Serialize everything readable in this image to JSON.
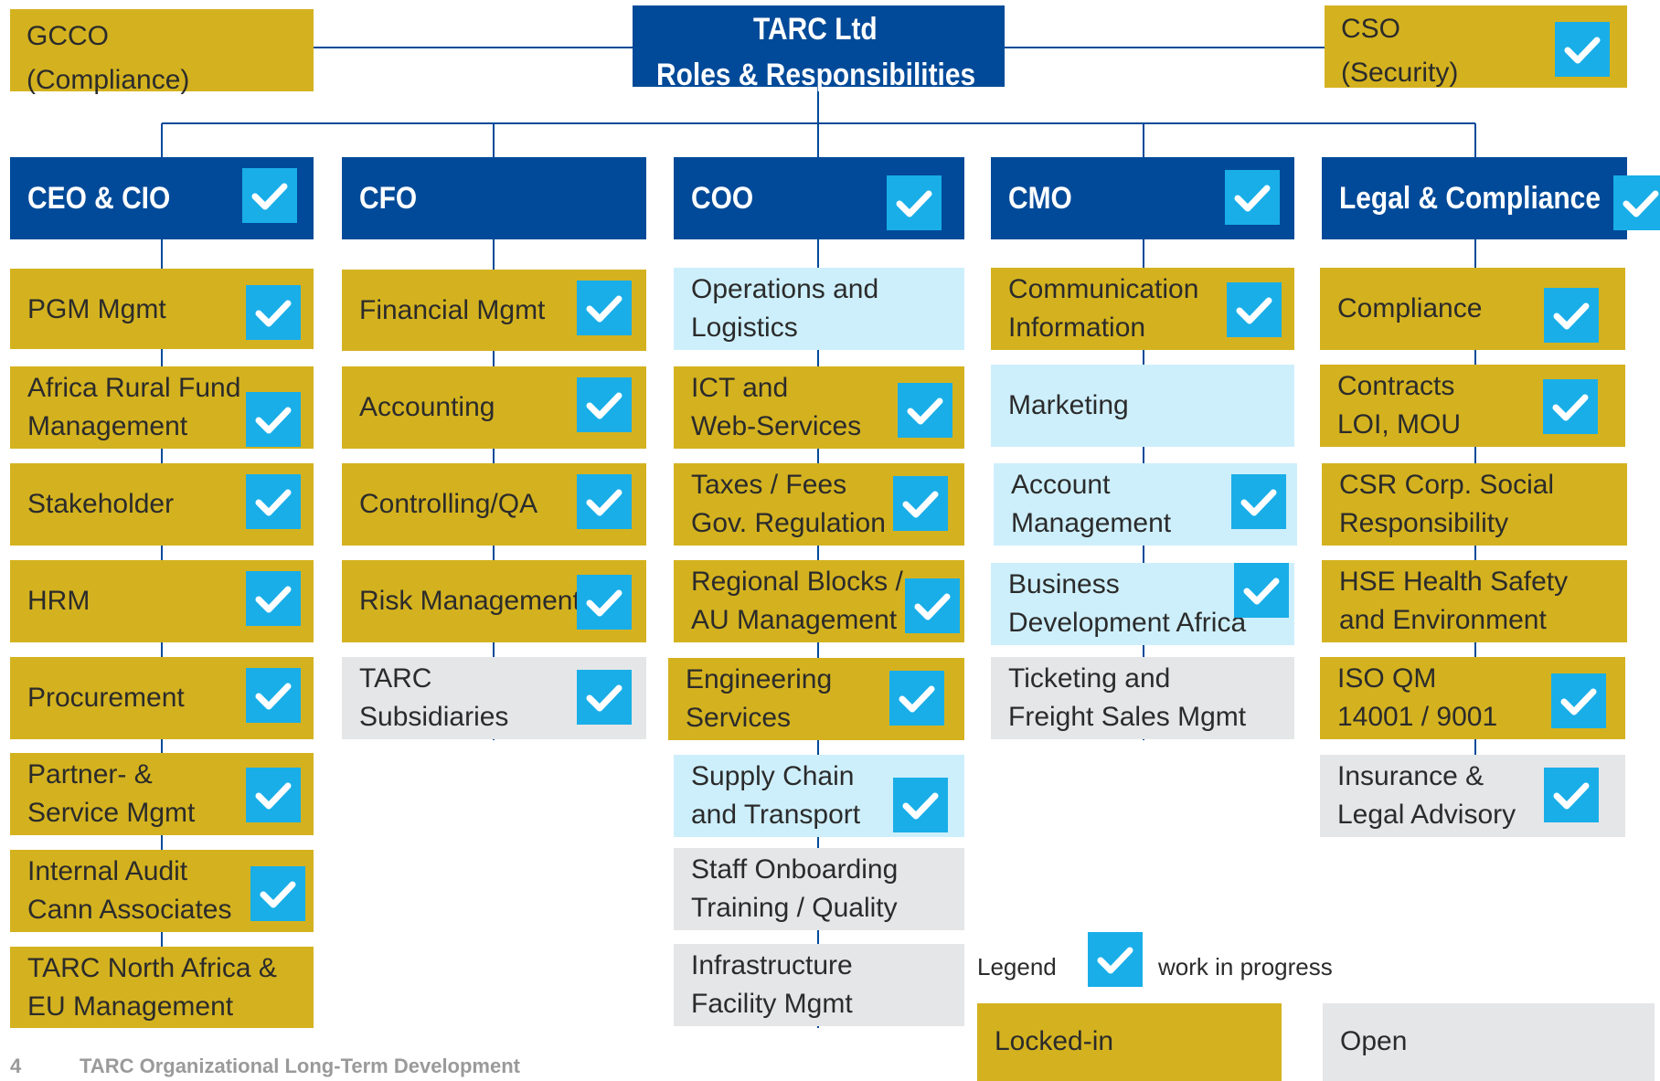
{
  "title": {
    "line1": "TARC Ltd",
    "line2": "Roles & Responsibilities"
  },
  "top_left": {
    "line1": "GCCO",
    "line2": "(Compliance)"
  },
  "top_right": {
    "line1": "CSO",
    "line2": "(Security)"
  },
  "columns": [
    {
      "header": "CEO & CIO",
      "items": [
        {
          "lines": [
            "PGM Mgmt"
          ]
        },
        {
          "lines": [
            "Africa Rural Fund",
            "Management"
          ]
        },
        {
          "lines": [
            "Stakeholder"
          ]
        },
        {
          "lines": [
            "HRM"
          ]
        },
        {
          "lines": [
            "Procurement"
          ]
        },
        {
          "lines": [
            "Partner- &",
            "Service Mgmt"
          ]
        },
        {
          "lines": [
            "Internal Audit",
            "Cann Associates"
          ]
        },
        {
          "lines": [
            "TARC North Africa &",
            "EU Management"
          ]
        }
      ]
    },
    {
      "header": "CFO",
      "items": [
        {
          "lines": [
            "Financial Mgmt"
          ]
        },
        {
          "lines": [
            "Accounting"
          ]
        },
        {
          "lines": [
            "Controlling/QA"
          ]
        },
        {
          "lines": [
            "Risk Management"
          ]
        },
        {
          "lines": [
            "TARC",
            "Subsidiaries"
          ]
        }
      ]
    },
    {
      "header": "COO",
      "items": [
        {
          "lines": [
            "Operations and",
            "Logistics"
          ]
        },
        {
          "lines": [
            "ICT and",
            "Web-Services"
          ]
        },
        {
          "lines": [
            "Taxes / Fees",
            "Gov. Regulation"
          ]
        },
        {
          "lines": [
            "Regional Blocks /",
            "AU Management"
          ]
        },
        {
          "lines": [
            "Engineering",
            "Services"
          ]
        },
        {
          "lines": [
            "Supply Chain",
            "and Transport"
          ]
        },
        {
          "lines": [
            "Staff Onboarding",
            "Training / Quality"
          ]
        },
        {
          "lines": [
            "Infrastructure",
            "Facility Mgmt"
          ]
        }
      ]
    },
    {
      "header": "CMO",
      "items": [
        {
          "lines": [
            "Communication",
            "Information"
          ]
        },
        {
          "lines": [
            "Marketing"
          ]
        },
        {
          "lines": [
            "Account",
            "Management"
          ]
        },
        {
          "lines": [
            "Business",
            "Development Africa"
          ]
        },
        {
          "lines": [
            "Ticketing and",
            "Freight Sales Mgmt"
          ]
        }
      ]
    },
    {
      "header": "Legal & Compliance",
      "items": [
        {
          "lines": [
            "Compliance"
          ]
        },
        {
          "lines": [
            "Contracts",
            "LOI, MOU"
          ]
        },
        {
          "lines": [
            "CSR Corp. Social",
            "Responsibility"
          ]
        },
        {
          "lines": [
            "HSE Health Safety",
            "and Environment"
          ]
        },
        {
          "lines": [
            "ISO QM",
            "14001 / 9001"
          ]
        },
        {
          "lines": [
            "Insurance &",
            "Legal Advisory"
          ]
        }
      ]
    }
  ],
  "legend": {
    "label": "Legend",
    "check_meaning": "work in progress",
    "locked": "Locked-in",
    "open": "Open"
  },
  "footer": {
    "page": "4",
    "text": "TARC Organizational Long-Term Development"
  },
  "colors": {
    "locked_in": "#d4b21f",
    "open": "#e5e6e8",
    "light": "#cdeffb",
    "header": "#004a99",
    "check": "#19aee8"
  }
}
